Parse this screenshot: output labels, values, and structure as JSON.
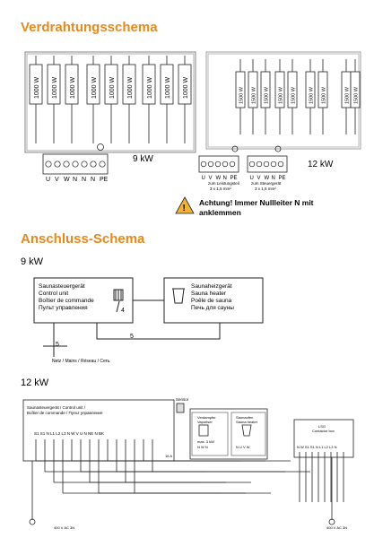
{
  "section1": {
    "title": "Verdrahtungsschema"
  },
  "wiring_9kw": {
    "heater_label": "1000 W",
    "terminals": [
      "U",
      "V",
      "W",
      "N",
      "N",
      "N",
      "PE"
    ],
    "power_label": "9 kW"
  },
  "wiring_12kw": {
    "heater_label": "1500 W",
    "terminals_left": [
      "U",
      "V",
      "W",
      "N",
      "PE"
    ],
    "terminals_right": [
      "U",
      "V",
      "W",
      "N",
      "PE"
    ],
    "note_left": "zum Leistungsteil",
    "note_left_spec": "3 x 1,5 mm²",
    "note_right": "zum Steuergerät",
    "note_right_spec": "3 x 1,5 mm²",
    "power_label": "12 kW"
  },
  "warning": {
    "text_line1": "Achtung! Immer Nullleiter N mit",
    "text_line2": "anklemmen"
  },
  "section2": {
    "title": "Anschluss-Schema"
  },
  "scheme_9kw": {
    "title": "9 kW",
    "controller_lines": [
      "Saunasteuergerät",
      "Control unit",
      "Boîtier de commande",
      "Пульт управления"
    ],
    "heater_lines": [
      "Saunaheizgerät",
      "Sauna heater",
      "Poêle de sauna",
      "Печь для сауны"
    ],
    "mark_4": "4",
    "mark_5a": "5",
    "mark_5b": "5",
    "mains_label": "Netz / Mains / Réseau / Сеть"
  },
  "scheme_12kw": {
    "title": "12 kW",
    "controller_line1": "Saunasteuergerät / Control unit /",
    "controller_line2": "Boîtier de commande / Пульт управления",
    "terminals": "S1 S1 N  L1 L2 L3 N  W V U  N NE N  BK",
    "sensor": "Sensor",
    "evap_title": "Verdampfer",
    "evap_sub": "Vaporiser",
    "evap_max": "max. 3 kW",
    "evap_term": "N W N",
    "heater_title": "Saunaofen",
    "heater_sub": "Sauna heater",
    "heater_term": "N U V W",
    "lsg_title": "LSG",
    "lsg_sub": "Contactor box",
    "lsg_term": "N W  S1 S1 N  L1 L2 L3 N",
    "fuse": "16 A",
    "bottom_left": "400 V AC 3N",
    "bottom_right": "400 V AC 3N"
  }
}
